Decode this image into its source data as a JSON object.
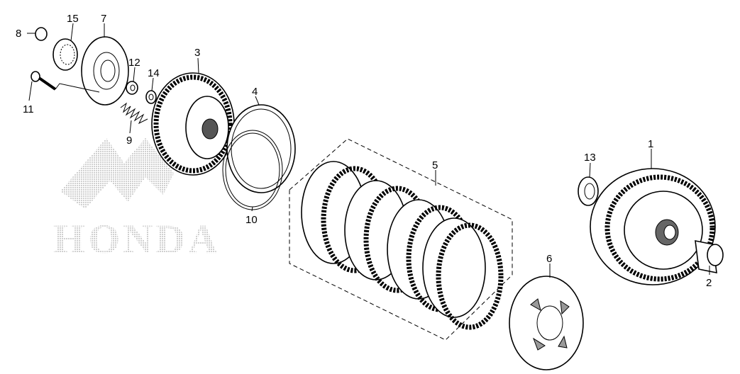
{
  "diagram": {
    "logo_text": "HONDA",
    "callouts": {
      "p1": "1",
      "p2": "2",
      "p3": "3",
      "p4": "4",
      "p5": "5",
      "p6": "6",
      "p7": "7",
      "p8": "8",
      "p9": "9",
      "p10": "10",
      "p11": "11",
      "p12": "12",
      "p13": "13",
      "p14": "14",
      "p15": "15"
    }
  }
}
